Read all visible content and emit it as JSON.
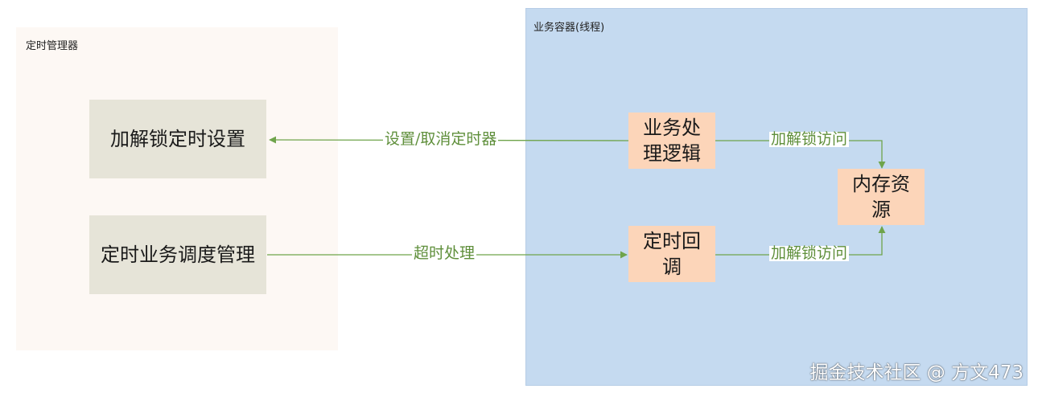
{
  "groups": {
    "timer_manager": {
      "label": "定时管理器"
    },
    "business_container": {
      "label": "业务容器(线程)"
    }
  },
  "nodes": {
    "lock_timer_setting": "加解锁定时设置",
    "timer_task_management": "定时业务调度管理",
    "business_logic": "业务处理逻辑",
    "timer_callback": "定时回调",
    "memory_resource": "内存资源"
  },
  "edges": {
    "set_cancel_timer": "设置/取消定时器",
    "timeout_handling": "超时处理",
    "lock_access_1": "加解锁访问",
    "lock_access_2": "加解锁访问"
  },
  "colors": {
    "edge": "#6fa44b",
    "edge_text": "#5f8f3b",
    "timer_manager_bg": "#fdf8f4",
    "business_container_bg": "#c5daf0",
    "grey_node": "#e6e4d8",
    "peach_node": "#fcd5b9"
  },
  "watermark": "掘金技术社区 @ 方文473"
}
